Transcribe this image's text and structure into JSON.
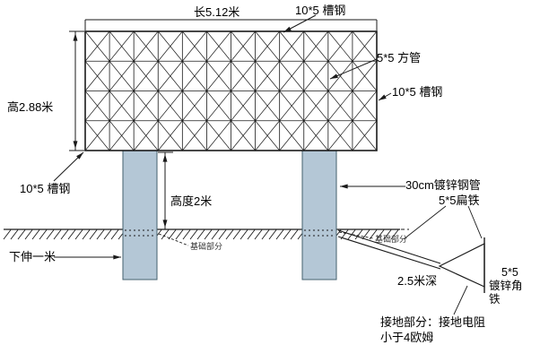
{
  "title": "billboard-structure-diagram",
  "colors": {
    "line": "#1a1a1a",
    "pillar_fill": "#b4c7d6",
    "pillar_border": "#44606f",
    "background": "#ffffff",
    "text": "#000000",
    "small_text": "#333333"
  },
  "labels": {
    "length_top": "长5.12米",
    "channel_top": "10*5 槽钢",
    "square_tube": "5*5 方管",
    "channel_right": "10*5 槽钢",
    "height_left": "高2.88米",
    "channel_left": "10*5 槽钢",
    "pillar_height": "高度2米",
    "steel_pipe": "30cm镀锌钢管",
    "flat_iron": "5*5扁铁",
    "extend_down": "下伸一米",
    "foundation_left": "基础部分",
    "foundation_right": "基础部分",
    "depth": "2.5米深",
    "angle_iron_line1": "5*5",
    "angle_iron_line2": "镀锌角铁",
    "grounding_line1": "接地部分：接地电阻",
    "grounding_line2": "小于4欧姆"
  }
}
